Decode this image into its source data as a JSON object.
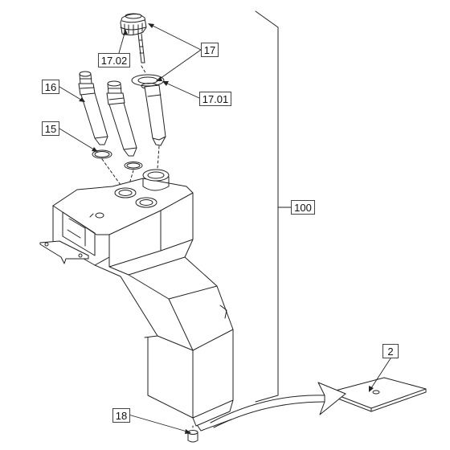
{
  "callouts": {
    "c17_02": "17.02",
    "c17": "17",
    "c17_01": "17.01",
    "c16": "16",
    "c15": "15",
    "c100": "100",
    "c2": "2",
    "c18": "18"
  }
}
